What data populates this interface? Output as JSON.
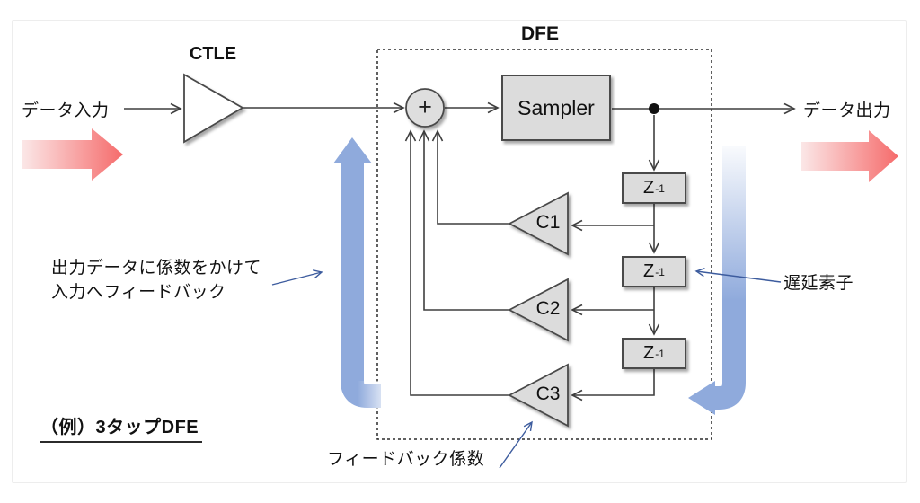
{
  "diagram": {
    "labels": {
      "input": "データ入力",
      "output": "データ出力",
      "ctle": "CTLE",
      "dfe": "DFE",
      "sampler": "Sampler",
      "sum": "+",
      "example": "（例）3タップDFE"
    },
    "delay_blocks": [
      {
        "base": "Z",
        "sup": "-1"
      },
      {
        "base": "Z",
        "sup": "-1"
      },
      {
        "base": "Z",
        "sup": "-1"
      }
    ],
    "coefficients": [
      {
        "label": "C1"
      },
      {
        "label": "C2"
      },
      {
        "label": "C3"
      }
    ],
    "annotations": {
      "feedback_note_line1": "出力データに係数をかけて",
      "feedback_note_line2": "入力へフィードバック",
      "delay_element": "遅延素子",
      "feedback_coefficient": "フィードバック係数"
    },
    "colors": {
      "flow_arrow_pink": "#F76A6A",
      "feedback_arrow_blue": "#8FAADC",
      "annotation_blue": "#3D5C9E",
      "block_fill": "#DCDCDC",
      "block_border": "#4A4A4A",
      "line": "#3F3F3F"
    }
  }
}
